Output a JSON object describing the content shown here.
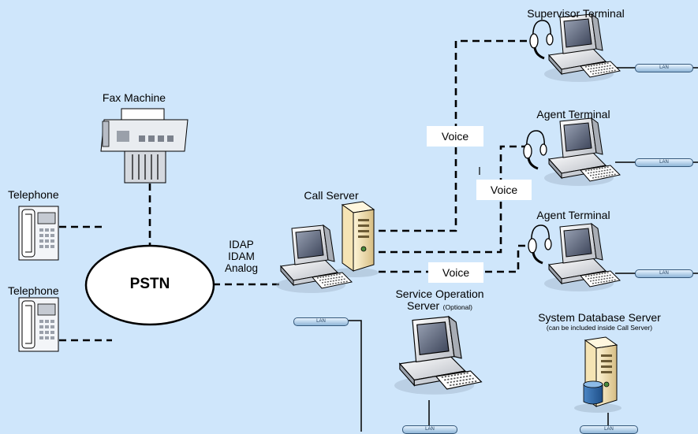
{
  "colors": {
    "background": "#cfe6fb",
    "link": "#000000",
    "voice_box": "#ffffff",
    "lan_cable": "#8fb6d8"
  },
  "nodes": {
    "supervisor_terminal": "Supervisor Terminal",
    "agent_terminal_1": "Agent Terminal",
    "agent_terminal_2": "Agent Terminal",
    "fax_machine": "Fax Machine",
    "telephone_1": "Telephone",
    "telephone_2": "Telephone",
    "pstn": "PSTN",
    "call_server": "Call Server",
    "service_operation_server": "Service Operation",
    "service_operation_server_line2": "Server",
    "service_operation_optional": "(Optional)",
    "system_database_server": "System Database Server",
    "system_database_server_note": "(can be included inside Call Server)"
  },
  "link_labels": {
    "voice_1": "Voice",
    "voice_2": "Voice",
    "voice_3": "Voice",
    "protocol_1": "IDAP",
    "protocol_2": "IDAM",
    "protocol_3": "Analog"
  },
  "lan_label": "LAN",
  "icons": {
    "telephone": "desk-telephone-icon",
    "fax": "fax-machine-icon",
    "server": "tower-server-icon",
    "workstation": "desktop-computer-icon",
    "headset": "headset-icon",
    "database": "database-cylinder-icon"
  }
}
